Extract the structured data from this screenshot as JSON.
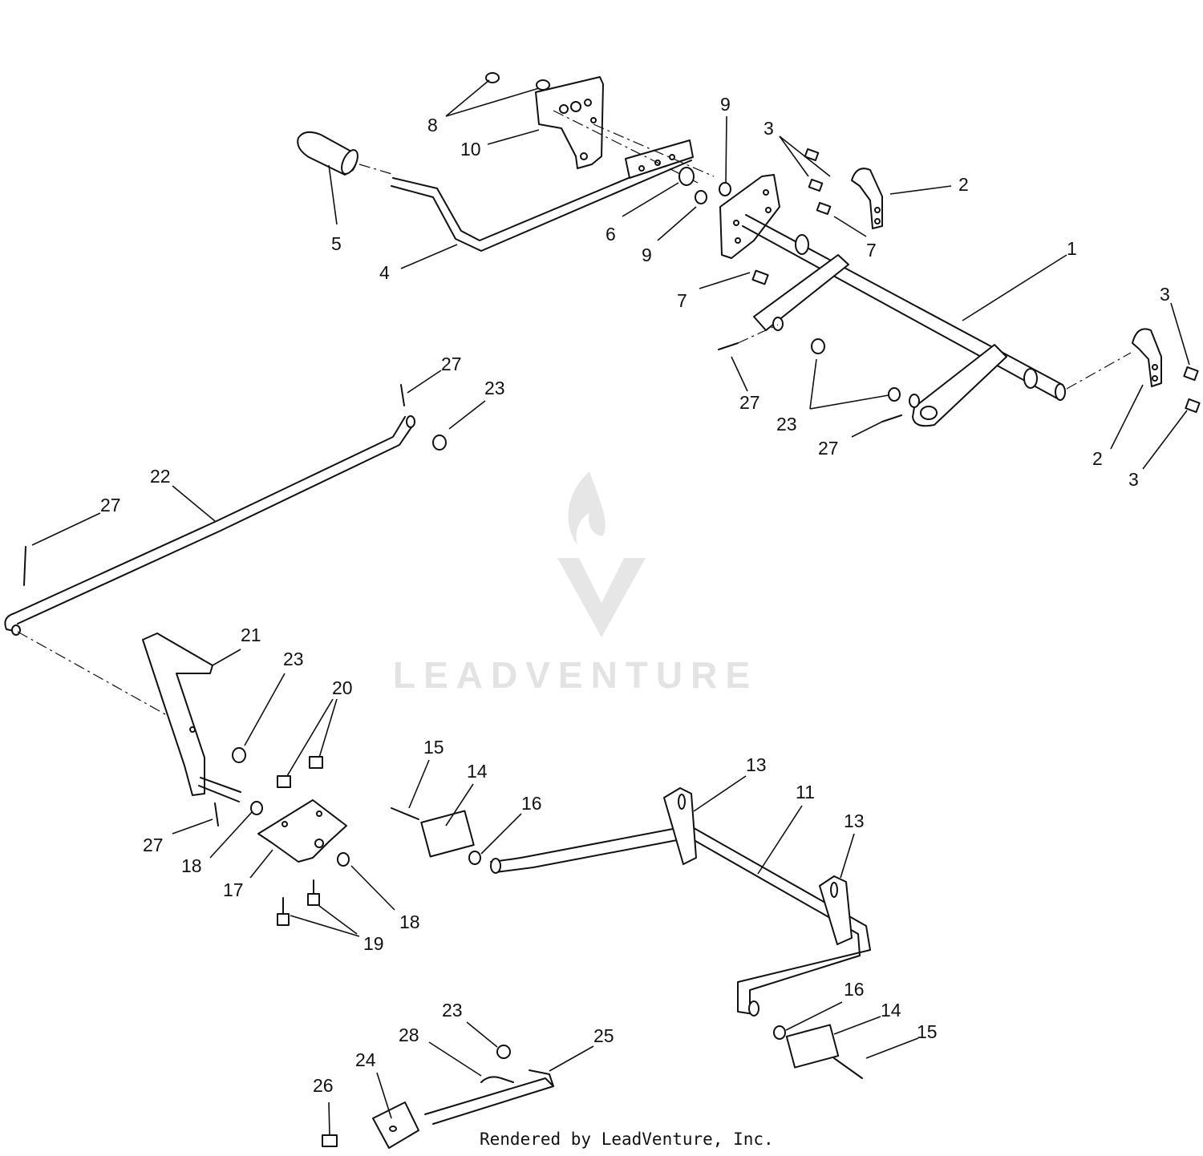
{
  "watermark": {
    "brand": "LEADVENTURE",
    "color": "#e3e3e3"
  },
  "footer": {
    "text": "Rendered by LeadVenture, Inc."
  },
  "callouts": [
    {
      "id": "c1",
      "label": "1"
    },
    {
      "id": "c2a",
      "label": "2"
    },
    {
      "id": "c2b",
      "label": "2"
    },
    {
      "id": "c3a",
      "label": "3"
    },
    {
      "id": "c3b",
      "label": "3"
    },
    {
      "id": "c3c",
      "label": "3"
    },
    {
      "id": "c4",
      "label": "4"
    },
    {
      "id": "c5",
      "label": "5"
    },
    {
      "id": "c6",
      "label": "6"
    },
    {
      "id": "c7a",
      "label": "7"
    },
    {
      "id": "c7b",
      "label": "7"
    },
    {
      "id": "c8",
      "label": "8"
    },
    {
      "id": "c9a",
      "label": "9"
    },
    {
      "id": "c9b",
      "label": "9"
    },
    {
      "id": "c10",
      "label": "10"
    },
    {
      "id": "c11",
      "label": "11"
    },
    {
      "id": "c13a",
      "label": "13"
    },
    {
      "id": "c13b",
      "label": "13"
    },
    {
      "id": "c14a",
      "label": "14"
    },
    {
      "id": "c14b",
      "label": "14"
    },
    {
      "id": "c15a",
      "label": "15"
    },
    {
      "id": "c15b",
      "label": "15"
    },
    {
      "id": "c16a",
      "label": "16"
    },
    {
      "id": "c16b",
      "label": "16"
    },
    {
      "id": "c17",
      "label": "17"
    },
    {
      "id": "c18a",
      "label": "18"
    },
    {
      "id": "c18b",
      "label": "18"
    },
    {
      "id": "c19",
      "label": "19"
    },
    {
      "id": "c20",
      "label": "20"
    },
    {
      "id": "c21",
      "label": "21"
    },
    {
      "id": "c22",
      "label": "22"
    },
    {
      "id": "c23a",
      "label": "23"
    },
    {
      "id": "c23b",
      "label": "23"
    },
    {
      "id": "c23c",
      "label": "23"
    },
    {
      "id": "c23d",
      "label": "23"
    },
    {
      "id": "c24",
      "label": "24"
    },
    {
      "id": "c25",
      "label": "25"
    },
    {
      "id": "c26",
      "label": "26"
    },
    {
      "id": "c27a",
      "label": "27"
    },
    {
      "id": "c27b",
      "label": "27"
    },
    {
      "id": "c27c",
      "label": "27"
    },
    {
      "id": "c27d",
      "label": "27"
    },
    {
      "id": "c27e",
      "label": "27"
    },
    {
      "id": "c28",
      "label": "28"
    }
  ]
}
